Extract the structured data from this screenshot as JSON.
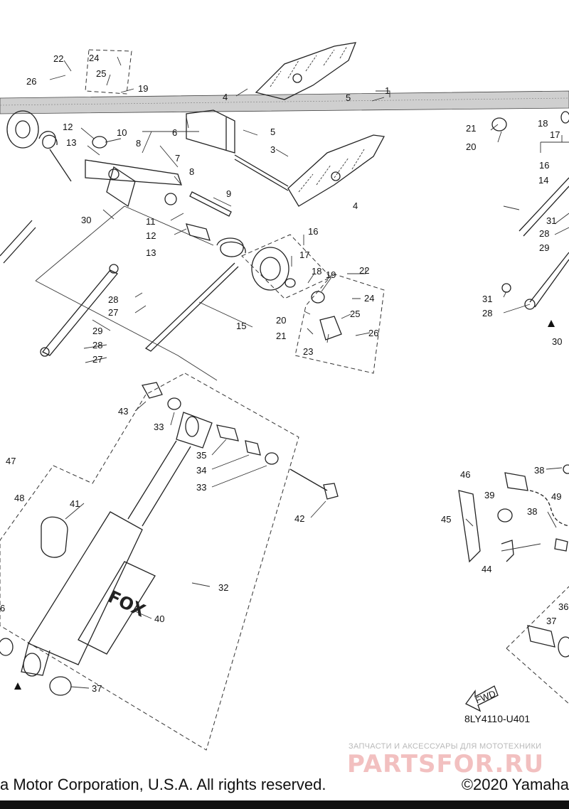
{
  "diagram": {
    "drawing_code": "8LY4110-U401",
    "fwd_label": "FWD",
    "copyright_left": "a Motor Corporation, U.S.A. All rights reserved.",
    "copyright_right": "©2020 Yamaha",
    "watermark_top": "ЗАПЧАСТИ И АКСЕССУАРЫ ДЛЯ МОТОТЕХНИКИ",
    "watermark_main": "PARTSFOR.RU",
    "callouts": {
      "c1": "1",
      "c3": "3",
      "c4a": "4",
      "c4b": "4",
      "c5a": "5",
      "c5b": "5",
      "c6": "6",
      "c7": "7",
      "c8a": "8",
      "c8b": "8",
      "c9": "9",
      "c10": "10",
      "c11": "11",
      "c12a": "12",
      "c12b": "12",
      "c13a": "13",
      "c13b": "13",
      "c14": "14",
      "c15": "15",
      "c16a": "16",
      "c16b": "16",
      "c17a": "17",
      "c17b": "17",
      "c18a": "18",
      "c18b": "18",
      "c19a": "19",
      "c19b": "19",
      "c20a": "20",
      "c20b": "20",
      "c21a": "21",
      "c21b": "21",
      "c22a": "22",
      "c22b": "22",
      "c23": "23",
      "c24a": "24",
      "c24b": "24",
      "c25a": "25",
      "c25b": "25",
      "c26a": "26",
      "c26b": "26",
      "c27a": "27",
      "c27b": "27",
      "c28a": "28",
      "c28b": "28",
      "c28c": "28",
      "c28d": "28",
      "c29a": "29",
      "c29b": "29",
      "c30a": "30",
      "c30b": "30",
      "c31a": "31",
      "c31b": "31",
      "c32": "32",
      "c33a": "33",
      "c33b": "33",
      "c34": "34",
      "c35": "35",
      "c36a": "6",
      "c36b": "36",
      "c37a": "37",
      "c37b": "37",
      "c38a": "38",
      "c38b": "38",
      "c39": "39",
      "c40": "40",
      "c41": "41",
      "c42": "42",
      "c43": "43",
      "c44": "44",
      "c45": "45",
      "c46": "46",
      "c47": "47",
      "c48": "48",
      "c49": "49"
    }
  }
}
